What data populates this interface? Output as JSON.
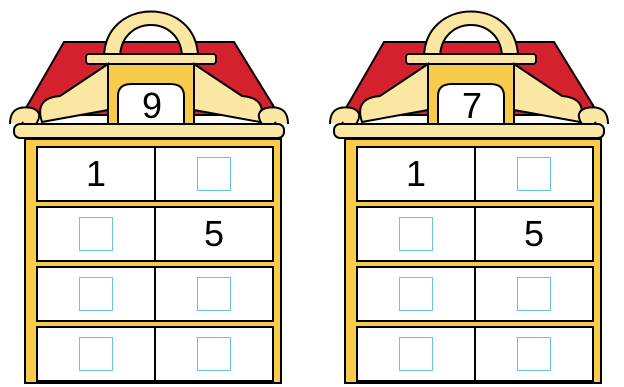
{
  "colors": {
    "roof_red": "#d3222e",
    "trim_cream": "#fbe6a2",
    "body_yellow": "#f6cc4a",
    "blank_box_border": "#6cc3e0"
  },
  "houses": [
    {
      "roof_number": "9",
      "rows": [
        {
          "left": "1",
          "right": ""
        },
        {
          "left": "",
          "right": "5"
        },
        {
          "left": "",
          "right": ""
        },
        {
          "left": "",
          "right": ""
        }
      ]
    },
    {
      "roof_number": "7",
      "rows": [
        {
          "left": "1",
          "right": ""
        },
        {
          "left": "",
          "right": "5"
        },
        {
          "left": "",
          "right": ""
        },
        {
          "left": "",
          "right": ""
        }
      ]
    }
  ]
}
